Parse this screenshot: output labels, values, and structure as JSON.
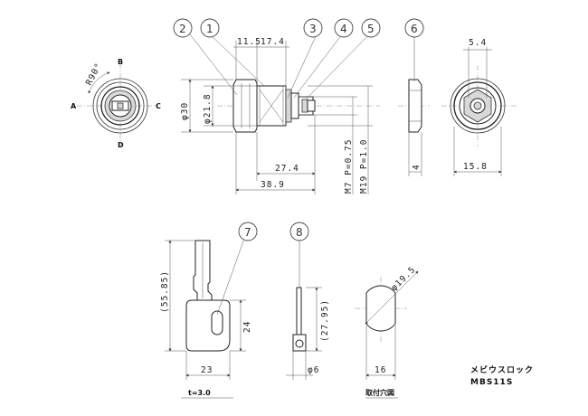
{
  "callouts": [
    "2",
    "1",
    "3",
    "4",
    "5",
    "6",
    "7",
    "8"
  ],
  "front_view": {
    "angle": "R90°",
    "labels": {
      "a": "A",
      "b": "B",
      "c": "C",
      "d": "D"
    }
  },
  "side_view": {
    "dim_11_5": "11.5",
    "dim_17_4": "17.4",
    "dim_phi30": "φ30",
    "dim_phi21_8": "φ21.8",
    "dim_27_4": "27.4",
    "dim_38_9": "38.9",
    "thread_m7": "M7 P=0.75",
    "thread_m19": "M19 P=1.0"
  },
  "nut_view": {
    "dim_4": "4"
  },
  "end_view": {
    "dim_5_4": "5.4",
    "dim_15_8": "15.8"
  },
  "key_view": {
    "dim_55_85": "(55.85)",
    "dim_24": "24",
    "dim_23": "23",
    "thickness": "t=3.0"
  },
  "pin_view": {
    "dim_27_95": "(27.95)",
    "dim_phi6": "φ6"
  },
  "cutout_view": {
    "dim_phi19_5": "φ19.5",
    "dim_16": "16",
    "caption": "取付穴図"
  },
  "product": {
    "name": "メビウスロック",
    "model": "MBS11S"
  }
}
